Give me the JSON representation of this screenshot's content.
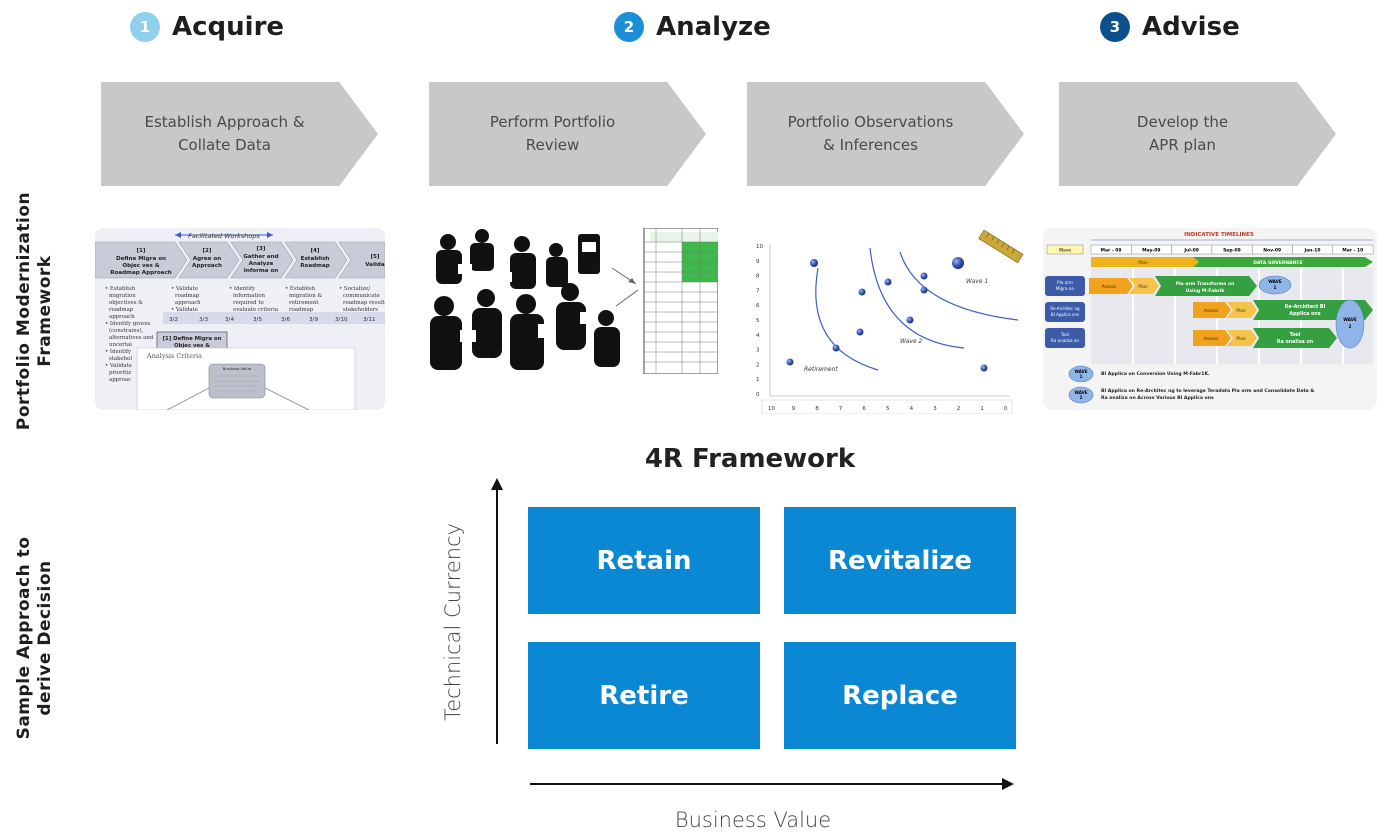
{
  "phases": [
    {
      "number": "1",
      "title": "Acquire",
      "color": "#8fd0ec"
    },
    {
      "number": "2",
      "title": "Analyze",
      "color": "#1e8fd6"
    },
    {
      "number": "3",
      "title": "Advise",
      "color": "#0b4f8c"
    }
  ],
  "steps": [
    {
      "line1": "Establish Approach &",
      "line2": "Collate Data"
    },
    {
      "line1": "Perform Portfolio",
      "line2": "Review"
    },
    {
      "line1": "Portfolio Observations",
      "line2": "& Inferences"
    },
    {
      "line1": "Develop the",
      "line2": "APR plan"
    }
  ],
  "side_labels": {
    "top_line1": "Portfolio Modernization",
    "top_line2": "Framework",
    "bottom_line1": "Sample Approach to",
    "bottom_line2": "derive Decision"
  },
  "thumb1": {
    "banner": "Facilitated Workshops",
    "cols": [
      {
        "head": "[1] Define Migra on Objec ves & Roadmap Approach",
        "body": "• Establish migration objectives & roadmap approach • Identify givens (constrains), alternatives and uncertai... • Identify stakehol... • Validate prioritiz... approac..."
      },
      {
        "head": "[2] Agree on Approach",
        "body": "• Validate roadmap approach • Validate..."
      },
      {
        "head": "[3] Gather and Analyze Informa on",
        "body": "• Identify information required to evaluate criteria"
      },
      {
        "head": "[4] Establish Roadmap",
        "body": "• Establish migration & retirement roadmap"
      },
      {
        "head": "[5] Valida...",
        "body": "• Socialize/ communicate roadmap result stakeholders"
      }
    ],
    "dates": [
      "3/2",
      "3/3",
      "3/4",
      "3/5",
      "3/6",
      "3/9",
      "3/10",
      "3/11"
    ],
    "popup_head": "[1] Define Migra on Objec ves &",
    "popup_sub": "Analysis Criteria",
    "popup_box": "Business Value"
  },
  "thumb3": {
    "yticks": [
      "10",
      "9",
      "8",
      "7",
      "6",
      "5",
      "4",
      "3",
      "2",
      "1",
      "0"
    ],
    "xticks": [
      "10",
      "9",
      "8",
      "7",
      "6",
      "5",
      "4",
      "3",
      "2",
      "1",
      "0"
    ],
    "labels": [
      "Wave 1",
      "Wave 2",
      "Retirement"
    ]
  },
  "thumb4": {
    "title": "INDICATIVE TIMELINES",
    "header": [
      "Wave",
      "Mar - 09",
      "May-09",
      "Jul-09",
      "Sep-09",
      "Nov-09",
      "Jan-10",
      "Mar - 10"
    ],
    "plan": "Plan",
    "governance": "DATA GOVERNANCE",
    "rows": [
      {
        "label": "Pla orm Migra on",
        "assess": "Assess",
        "plan": "Plan",
        "bar": "Pla orm Transforma on Using M-Fabrik",
        "wave": "WAVE 1"
      },
      {
        "label": "Re-Architec ng BI Applica ons",
        "assess": "Assess",
        "plan": "Plan",
        "bar": "Re-Architect BI Applica ons",
        "wave": "WAVE 2"
      },
      {
        "label": "Tool Ra onaliza on",
        "assess": "Assess",
        "plan": "Plan",
        "bar": "Tool Ra onaliza on",
        "wave": ""
      }
    ],
    "legend": [
      {
        "wave": "WAVE 1",
        "text": "BI Applica on Conversion Using M-Fabr1K."
      },
      {
        "wave": "WAVE 2",
        "text": "BI Applica on Re-Architec ng to leverage Teradata Pla orm and Consolidate Data & Ra onaliza on Across Various BI Applica ons"
      }
    ]
  },
  "framework": {
    "title": "4R Framework",
    "y_axis": "Technical Currency",
    "x_axis": "Business Value",
    "quadrants": [
      "Retain",
      "Revitalize",
      "Retire",
      "Replace"
    ],
    "color": "#0a88d4"
  }
}
